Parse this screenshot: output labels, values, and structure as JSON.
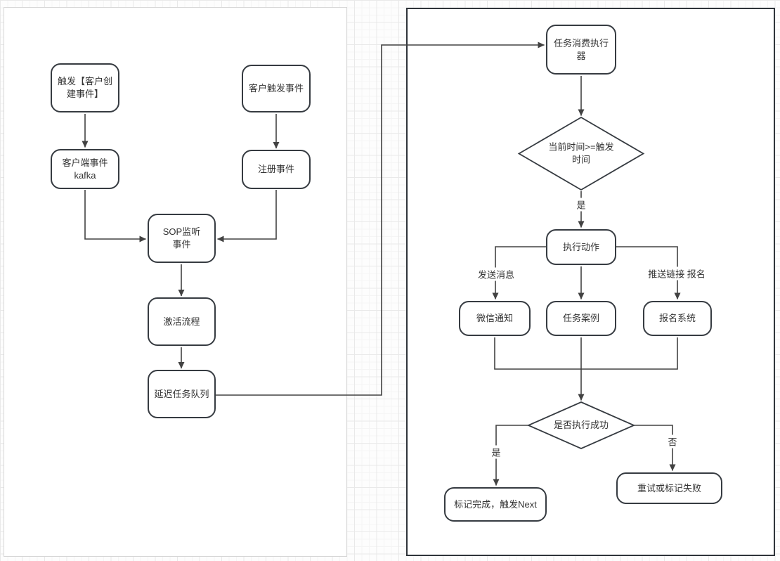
{
  "colors": {
    "background": "#fdfdfd",
    "grid_minor": "#f5f5f5",
    "grid_major": "#e9e9e9",
    "left_panel_border": "#d6d6d6",
    "right_panel_border": "#2f343a",
    "node_border": "#363b41",
    "edge": "#424242",
    "text": "#333333"
  },
  "diagram": {
    "nodes": {
      "trigger_create": {
        "label": "触发【客户创\n建事件】"
      },
      "customer_trigger": {
        "label": "客户触发事件"
      },
      "client_kafka": {
        "label": "客户端事件\nkafka"
      },
      "register_event": {
        "label": "注册事件"
      },
      "sop_listen": {
        "label": "SOP监听\n事件"
      },
      "activate_flow": {
        "label": "激活流程"
      },
      "delay_queue": {
        "label": "延迟任务队列"
      },
      "task_executor": {
        "label": "任务消费执行\n器"
      },
      "execute_action": {
        "label": "执行动作"
      },
      "wechat_notify": {
        "label": "微信通知"
      },
      "task_case": {
        "label": "任务案例"
      },
      "signup_system": {
        "label": "报名系统"
      },
      "mark_complete": {
        "label": "标记完成，触发Next"
      },
      "retry_fail": {
        "label": "重试或标记失败"
      }
    },
    "decisions": {
      "time_check": {
        "label": "当前时间>=触发\n时间"
      },
      "success_check": {
        "label": "是否执行成功"
      }
    },
    "edge_labels": {
      "yes_time": "是",
      "send_message": "发送消息",
      "push_link_signup": "推送链接 报名",
      "yes_success": "是",
      "no_success": "否"
    },
    "edges": [
      {
        "from": "trigger_create",
        "to": "client_kafka",
        "label": ""
      },
      {
        "from": "customer_trigger",
        "to": "register_event",
        "label": ""
      },
      {
        "from": "client_kafka",
        "to": "sop_listen",
        "label": ""
      },
      {
        "from": "register_event",
        "to": "sop_listen",
        "label": ""
      },
      {
        "from": "sop_listen",
        "to": "activate_flow",
        "label": ""
      },
      {
        "from": "activate_flow",
        "to": "delay_queue",
        "label": ""
      },
      {
        "from": "delay_queue",
        "to": "task_executor",
        "label": ""
      },
      {
        "from": "task_executor",
        "to": "time_check",
        "label": ""
      },
      {
        "from": "time_check",
        "to": "execute_action",
        "label": "是"
      },
      {
        "from": "execute_action",
        "to": "wechat_notify",
        "label": "发送消息"
      },
      {
        "from": "execute_action",
        "to": "task_case",
        "label": ""
      },
      {
        "from": "execute_action",
        "to": "signup_system",
        "label": "推送链接 报名"
      },
      {
        "from": "wechat_notify",
        "to": "success_check",
        "label": ""
      },
      {
        "from": "task_case",
        "to": "success_check",
        "label": ""
      },
      {
        "from": "signup_system",
        "to": "success_check",
        "label": ""
      },
      {
        "from": "success_check",
        "to": "mark_complete",
        "label": "是"
      },
      {
        "from": "success_check",
        "to": "retry_fail",
        "label": "否"
      }
    ]
  }
}
